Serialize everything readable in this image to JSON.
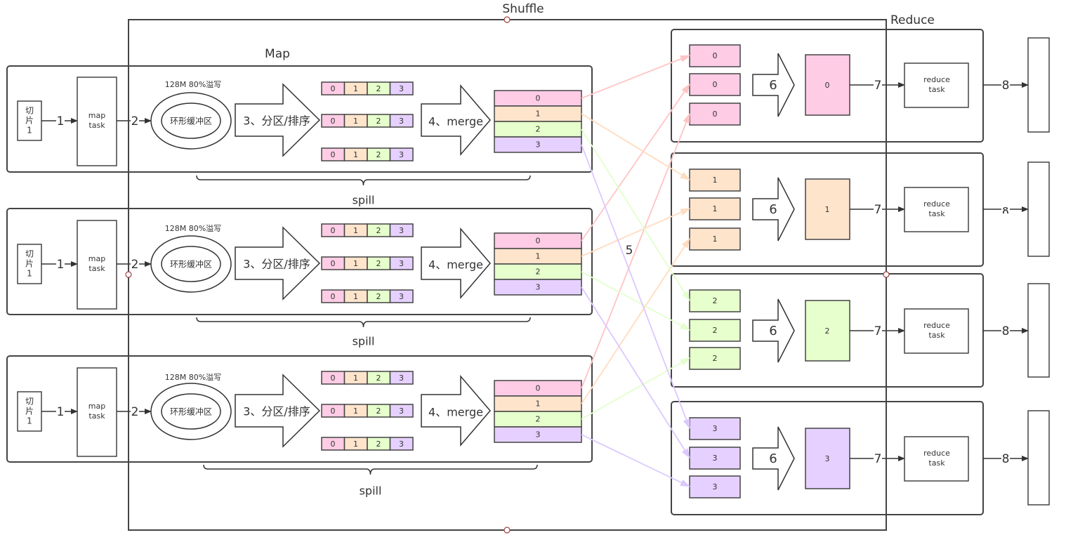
{
  "title": "MapReduce Shuffle",
  "labels": {
    "shuffle": "Shuffle",
    "reduce": "Reduce",
    "map": "Map",
    "five": "5"
  },
  "colors": {
    "p0": "#ffcce6",
    "p1": "#ffe4cc",
    "p2": "#e6ffcc",
    "p3": "#e6d0ff",
    "line0": "#ffc4c4",
    "line1": "#ffdcc0",
    "line2": "#e2ffcc",
    "line3": "#dcc8ff",
    "stroke": "#444444",
    "handle": "#a04040"
  },
  "map_tasks": [
    {
      "split_label": "切\n片\n1",
      "step1": "1",
      "task_label": "map\ntask",
      "step2": "2",
      "buffer_caption": "128M   80%溢写",
      "buffer_label": "环形缓冲区",
      "partition_sort": "3、分区/排序",
      "spill_rows": [
        [
          "0",
          "1",
          "2",
          "3"
        ],
        [
          "0",
          "1",
          "2",
          "3"
        ],
        [
          "0",
          "1",
          "2",
          "3"
        ]
      ],
      "merge": "4、merge",
      "merged": [
        "0",
        "1",
        "2",
        "3"
      ],
      "spill": "spill"
    },
    {
      "split_label": "切\n片\n1",
      "step1": "1",
      "task_label": "map\ntask",
      "step2": "2",
      "buffer_caption": "128M   80%溢写",
      "buffer_label": "环形缓冲区",
      "partition_sort": "3、分区/排序",
      "spill_rows": [
        [
          "0",
          "1",
          "2",
          "3"
        ],
        [
          "0",
          "1",
          "2",
          "3"
        ],
        [
          "0",
          "1",
          "2",
          "3"
        ]
      ],
      "merge": "4、merge",
      "merged": [
        "0",
        "1",
        "2",
        "3"
      ],
      "spill": "spill"
    },
    {
      "split_label": "切\n片\n1",
      "step1": "1",
      "task_label": "map\ntask",
      "step2": "2",
      "buffer_caption": "128M   80%溢写",
      "buffer_label": "环形缓冲区",
      "partition_sort": "3、分区/排序",
      "spill_rows": [
        [
          "0",
          "1",
          "2",
          "3"
        ],
        [
          "0",
          "1",
          "2",
          "3"
        ],
        [
          "0",
          "1",
          "2",
          "3"
        ]
      ],
      "merge": "4、merge",
      "merged": [
        "0",
        "1",
        "2",
        "3"
      ],
      "spill": "spill"
    }
  ],
  "reduce_tasks": [
    {
      "partition": "0",
      "inputs": [
        "0",
        "0",
        "0"
      ],
      "step6": "6",
      "merged": "0",
      "step7": "7",
      "task_label": "reduce\ntask",
      "step8": "8"
    },
    {
      "partition": "1",
      "inputs": [
        "1",
        "1",
        "1"
      ],
      "step6": "6",
      "merged": "1",
      "step7": "7",
      "task_label": "reduce\ntask",
      "step8": "ጸ"
    },
    {
      "partition": "2",
      "inputs": [
        "2",
        "2",
        "2"
      ],
      "step6": "6",
      "merged": "2",
      "step7": "7",
      "task_label": "reduce\ntask",
      "step8": "8"
    },
    {
      "partition": "3",
      "inputs": [
        "3",
        "3",
        "3"
      ],
      "step6": "6",
      "merged": "3",
      "step7": "7",
      "task_label": "reduce\ntask",
      "step8": "8"
    }
  ]
}
